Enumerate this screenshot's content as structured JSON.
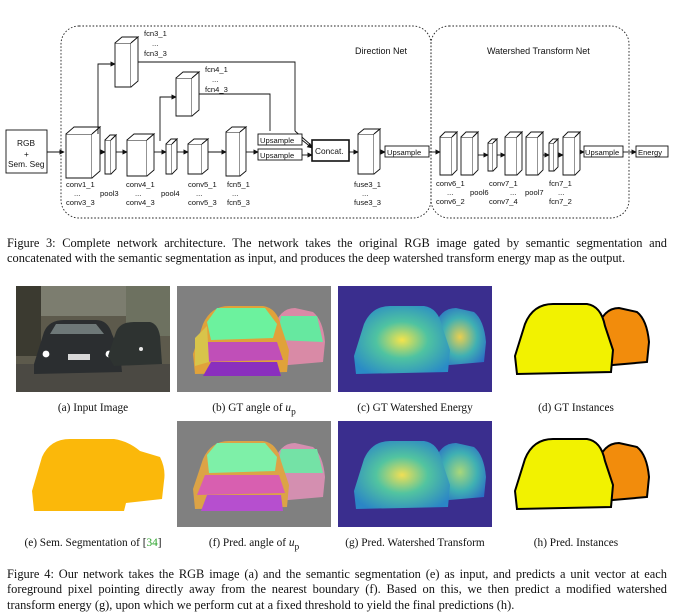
{
  "network": {
    "direction_net_title": "Direction Net",
    "watershed_net_title": "Watershed Transform Net",
    "input_label_line1": "RGB",
    "input_label_line2": "+",
    "input_label_line3": "Sem. Seg",
    "fcn3_top": "fcn3_1",
    "fcn3_dots": "...",
    "fcn3_bottom": "fcn3_3",
    "fcn4_top": "fcn4_1",
    "fcn4_dots": "...",
    "fcn4_bottom": "fcn4_3",
    "upsample_label": "Upsample",
    "concat_label": "Concat.",
    "energy_label": "Energy",
    "layer_labels": {
      "conv1_top": "conv1_1",
      "conv1_dots": "...",
      "conv1_bottom": "conv3_3",
      "pool3": "pool3",
      "conv4_top": "conv4_1",
      "conv4_dots": "...",
      "conv4_bottom": "conv4_3",
      "pool4": "pool4",
      "conv5_top": "conv5_1",
      "conv5_dots": "...",
      "conv5_bottom": "conv5_3",
      "fcn5_top": "fcn5_1",
      "fcn5_dots": "...",
      "fcn5_bottom": "fcn5_3",
      "fuse_top": "fuse3_1",
      "fuse_dots": "...",
      "fuse_bottom": "fuse3_3",
      "conv6_top": "conv6_1",
      "conv6_dots": "...",
      "conv6_bottom": "conv6_2",
      "pool6": "pool6",
      "conv7_top": "conv7_1",
      "conv7_dots": "...",
      "conv7_bottom": "conv7_4",
      "pool7": "pool7",
      "fcn7_top": "fcn7_1",
      "fcn7_dots": "...",
      "fcn7_bottom": "fcn7_2"
    }
  },
  "figure3_caption": "Figure 3: Complete network architecture. The network takes the original RGB image gated by semantic segmentation and concatenated with the semantic segmentation as input, and produces the deep watershed transform energy map as the output.",
  "panels": {
    "a": "(a) Input Image",
    "b_prefix": "(b) GT angle of ",
    "b_symbol": "u",
    "b_sub": "p",
    "c": "(c) GT Watershed Energy",
    "d": "(d) GT Instances",
    "e_prefix": "(e) Sem. Segmentation of [",
    "e_cite": "34",
    "e_suffix": "]",
    "f_prefix": "(f) Pred. angle of ",
    "f_symbol": "u",
    "f_sub": "p",
    "g": "(g) Pred. Watershed Transform",
    "h": "(h) Pred. Instances"
  },
  "figure4_caption": "Figure 4: Our network takes the RGB image (a) and the semantic segmentation (e) as input, and predicts a unit vector at each foreground pixel pointing directly away from the nearest boundary (f). Based on this, we then predict a modified watershed transform energy (g), upon which we perform cut at a fixed threshold to yield the final predictions (h).",
  "colors": {
    "instance_yellow": "#f2f200",
    "instance_orange": "#f28c0c",
    "semseg_orange": "#fbb80a",
    "energy_background": "#3a2e8e",
    "energy_center": "#f4e44c",
    "angle_background": "#808080"
  }
}
